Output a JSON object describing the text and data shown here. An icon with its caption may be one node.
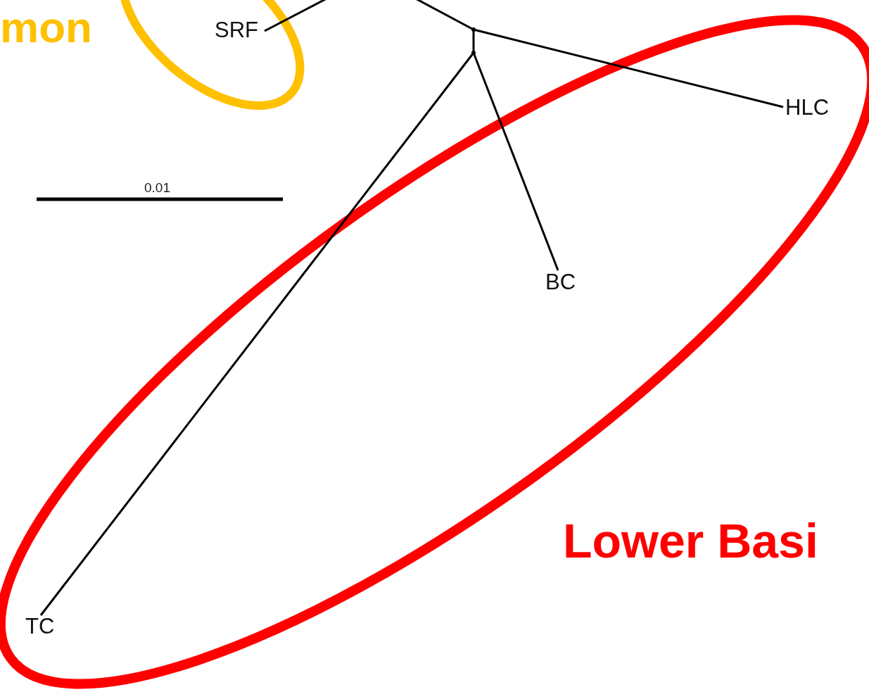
{
  "diagram": {
    "nodes": [
      {
        "text": [
          "SRF"
        ]
      },
      {
        "text": [],
        "shape": "point"
      },
      {
        "text": [
          "HLC"
        ]
      },
      {
        "text": [],
        "shape": "point"
      },
      {
        "text": [
          "BC"
        ]
      },
      {
        "text": [
          "TC"
        ]
      }
    ],
    "edges": [
      {
        "from": null,
        "to": 0,
        "arrow": "none"
      },
      {
        "from": null,
        "to": 1,
        "arrow": "none"
      },
      {
        "from": 1,
        "to": 2,
        "arrow": "none"
      },
      {
        "from": 1,
        "to": 3,
        "arrow": "none"
      },
      {
        "from": 3,
        "to": 4,
        "arrow": "none"
      },
      {
        "from": 3,
        "to": 5,
        "arrow": "none"
      }
    ],
    "labels": [
      "mon",
      "0.01",
      "Lower Basi"
    ]
  }
}
